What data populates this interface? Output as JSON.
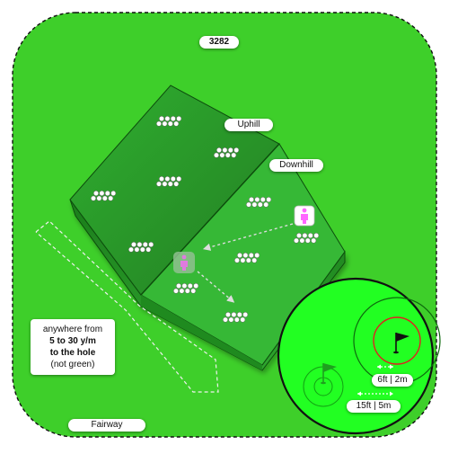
{
  "hole_number": "3282",
  "slope_labels": {
    "uphill": "Uphill",
    "downhill": "Downhill"
  },
  "area_label": "Fairway",
  "placement_note": {
    "line1": "anywhere from",
    "line2": "5 to 30 y/m",
    "line3": "to the hole",
    "line4": "(not green)"
  },
  "distances": {
    "inner": "6ft | 2m",
    "outer": "15ft | 5m"
  },
  "icons": {
    "player_figure": "person-icon",
    "target_flag": "flag-icon",
    "ghost_flag": "flag-icon"
  },
  "colors": {
    "fairway": "#3ecf2a",
    "green_surface": "#33bb33",
    "inset_green": "#22ff22",
    "player_marker": "#ff66ff",
    "inner_circle": "#e02020",
    "flag": "#111111",
    "ghost_flag": "#1f9f1f"
  }
}
